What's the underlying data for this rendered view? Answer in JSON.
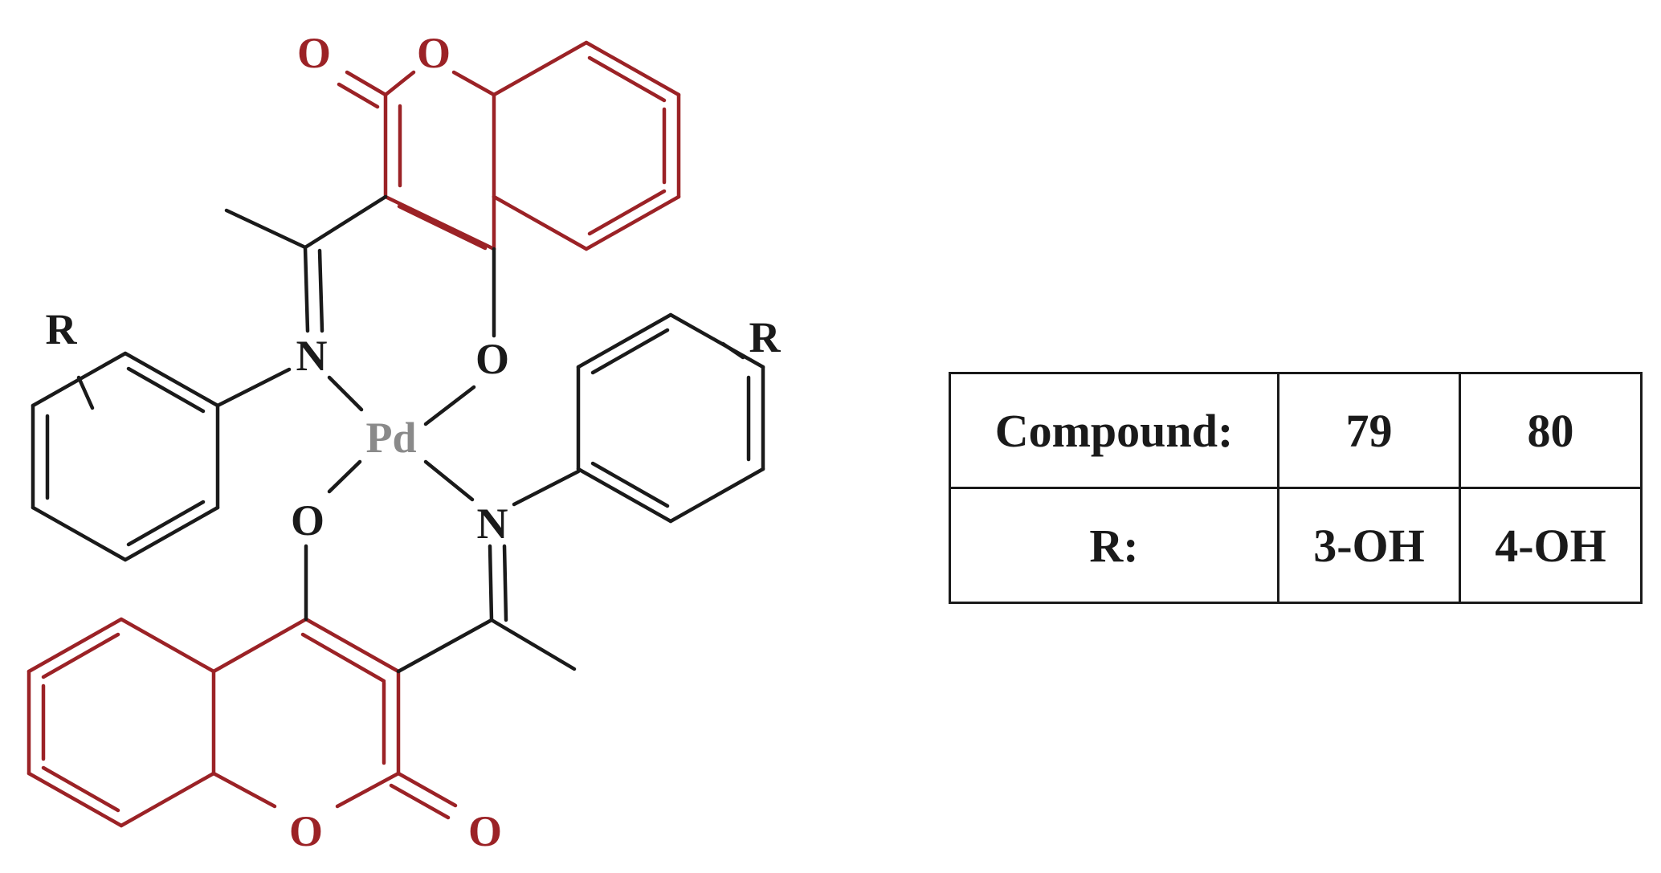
{
  "structure": {
    "colors": {
      "coumarin": "#9b2226",
      "bonds": "#1a1a1a",
      "metal": "#8a8a8a"
    },
    "atoms": {
      "o_carbonyl_top": "O",
      "o_ring_top": "O",
      "o_phenolate_top": "O",
      "n_top": "N",
      "metal": "Pd",
      "o_phenolate_bottom": "O",
      "n_bottom": "N",
      "o_ring_bottom": "O",
      "o_carbonyl_bottom": "O",
      "r_left": "R",
      "r_right": "R"
    }
  },
  "table": {
    "rows": [
      {
        "label": "Compound:",
        "c79": "79",
        "c80": "80"
      },
      {
        "label": "R:",
        "c79": "3-OH",
        "c80": "4-OH"
      }
    ]
  }
}
